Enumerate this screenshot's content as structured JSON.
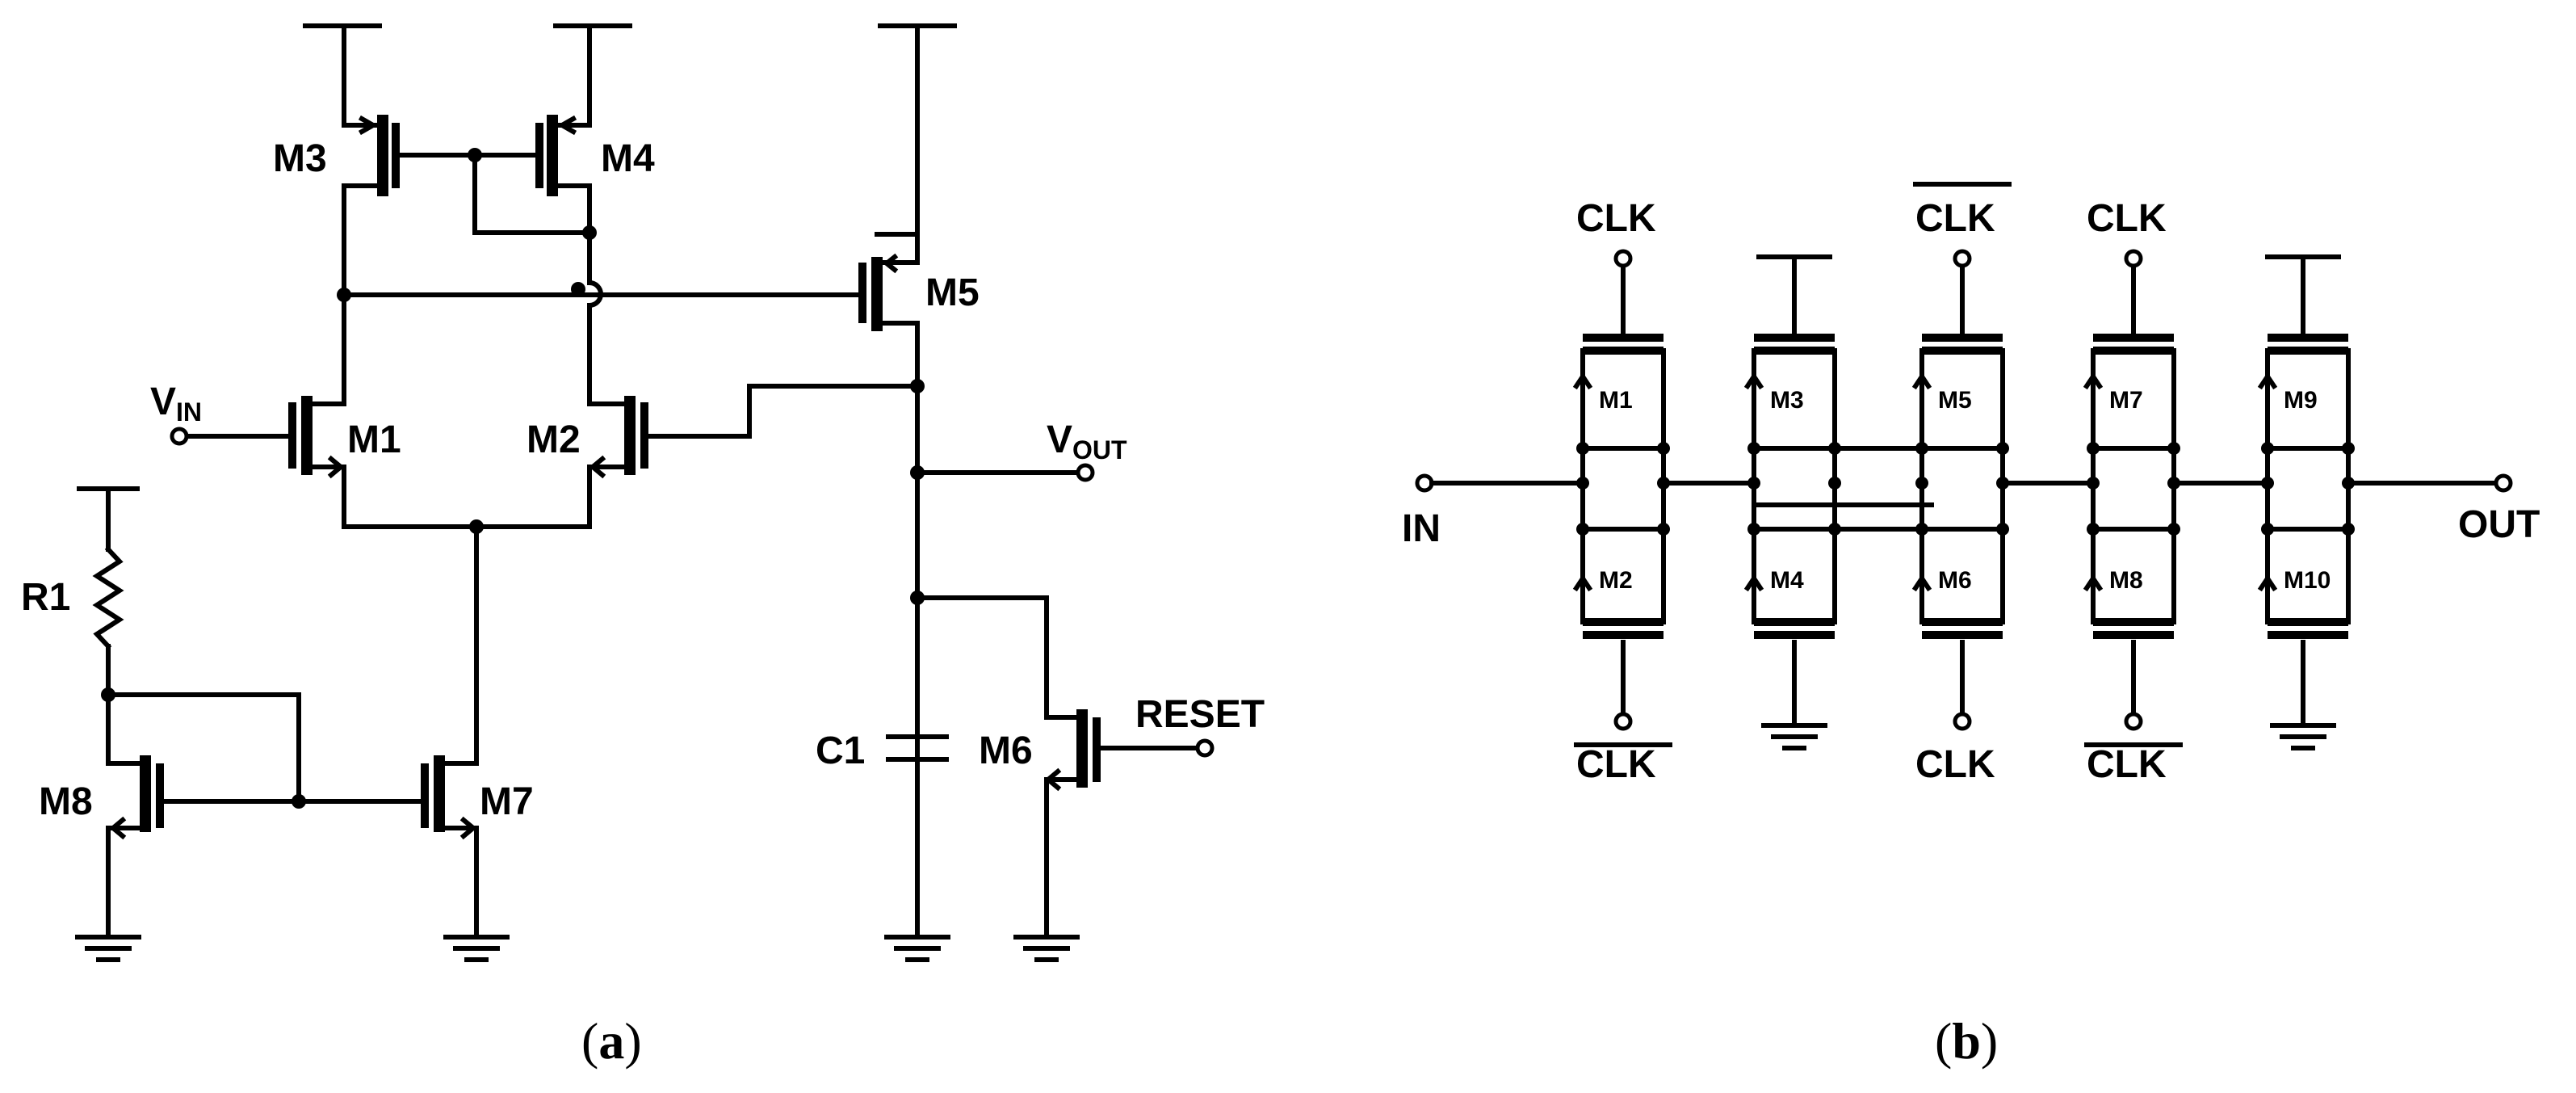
{
  "panel_a": {
    "caption": "a",
    "labels": {
      "m1": "M1",
      "m2": "M2",
      "m3": "M3",
      "m4": "M4",
      "m5": "M5",
      "m6": "M6",
      "m7": "M7",
      "m8": "M8",
      "r1": "R1",
      "c1": "C1",
      "vin_main": "V",
      "vin_sub": "IN",
      "vout_main": "V",
      "vout_sub": "OUT",
      "reset": "RESET"
    }
  },
  "panel_b": {
    "caption": "b",
    "input": "IN",
    "output": "OUT",
    "clk": "CLK",
    "transistors": [
      "M1",
      "M2",
      "M3",
      "M4",
      "M5",
      "M6",
      "M7",
      "M8",
      "M9",
      "M10"
    ]
  }
}
